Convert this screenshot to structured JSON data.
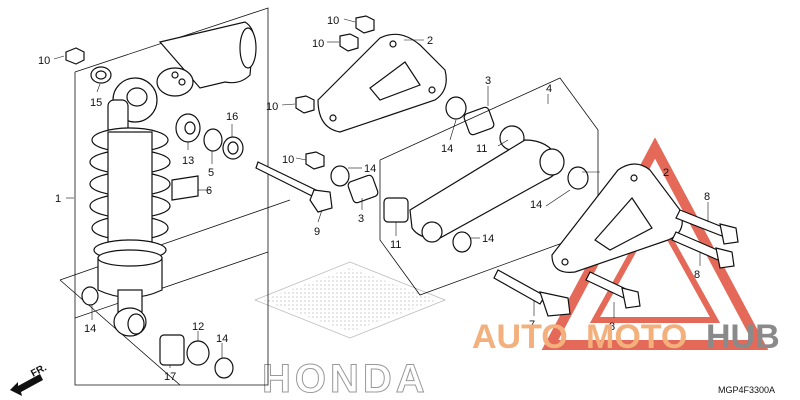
{
  "diagram": {
    "code": "MGP4F3300A",
    "direction_label": "FR.",
    "watermark_brand": "HONDA",
    "watermark_site": {
      "part1": "AUTO",
      "part2": "MOTO",
      "part3": "HUB"
    },
    "callouts": {
      "c10a": "10",
      "c10b": "10",
      "c10c": "10",
      "c10d": "10",
      "c10e": "10",
      "c2a": "2",
      "c2b": "2",
      "c3a": "3",
      "c3b": "3",
      "c4": "4",
      "c1": "1",
      "c15": "15",
      "c13": "13",
      "c5": "5",
      "c16": "16",
      "c6": "6",
      "c9": "9",
      "c14a": "14",
      "c14b": "14",
      "c14c": "14",
      "c14d": "14",
      "c14e": "14",
      "c14f": "14",
      "c11a": "11",
      "c11b": "11",
      "c8a": "8",
      "c8b": "8",
      "c8c": "8",
      "c7": "7",
      "c12": "12",
      "c17": "17"
    }
  },
  "colors": {
    "line": "#111111",
    "watermark_orange": "#f3b07d",
    "watermark_gray": "#8a8a8a",
    "triangle_red": "#e0503c"
  }
}
